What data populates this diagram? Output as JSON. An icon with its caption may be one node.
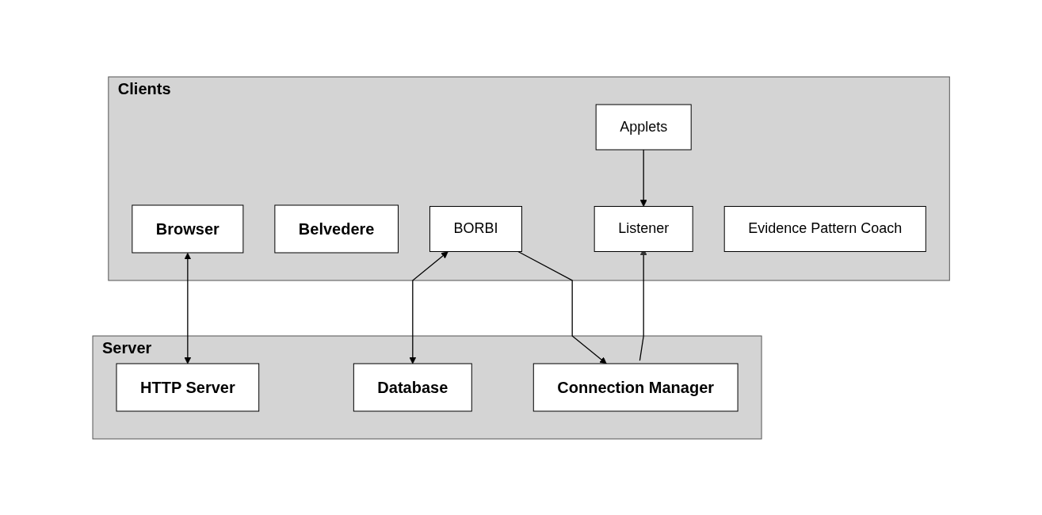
{
  "diagram": {
    "nodes": [
      {
        "text": [
          "Clients"
        ]
      },
      {
        "text": [
          "Browser"
        ],
        "in": 0
      },
      {
        "text": [
          "Applets"
        ],
        "in": 0
      },
      {
        "text": [
          "Belvedere"
        ],
        "in": 0
      },
      {
        "text": [
          "BORBI"
        ],
        "in": 0
      },
      {
        "text": [
          "Listener"
        ],
        "in": 0
      },
      {
        "text": [
          "Evidence Pattern Coach"
        ],
        "in": 0
      },
      {
        "text": [
          "Server"
        ]
      },
      {
        "text": [
          "HTTP Server"
        ],
        "in": 7
      },
      {
        "text": [
          "Database"
        ],
        "in": 7
      },
      {
        "text": [
          "Connection Manager"
        ],
        "in": 7
      }
    ],
    "edges": [
      {
        "from": 1,
        "to": 8,
        "arrow": "both"
      },
      {
        "from": 2,
        "to": 5,
        "arrow": "to"
      },
      {
        "from": 4,
        "to": 9,
        "arrow": "both"
      },
      {
        "from": 4,
        "to": 10,
        "arrow": "to"
      },
      {
        "from": 10,
        "to": 5,
        "arrow": "to"
      }
    ]
  }
}
